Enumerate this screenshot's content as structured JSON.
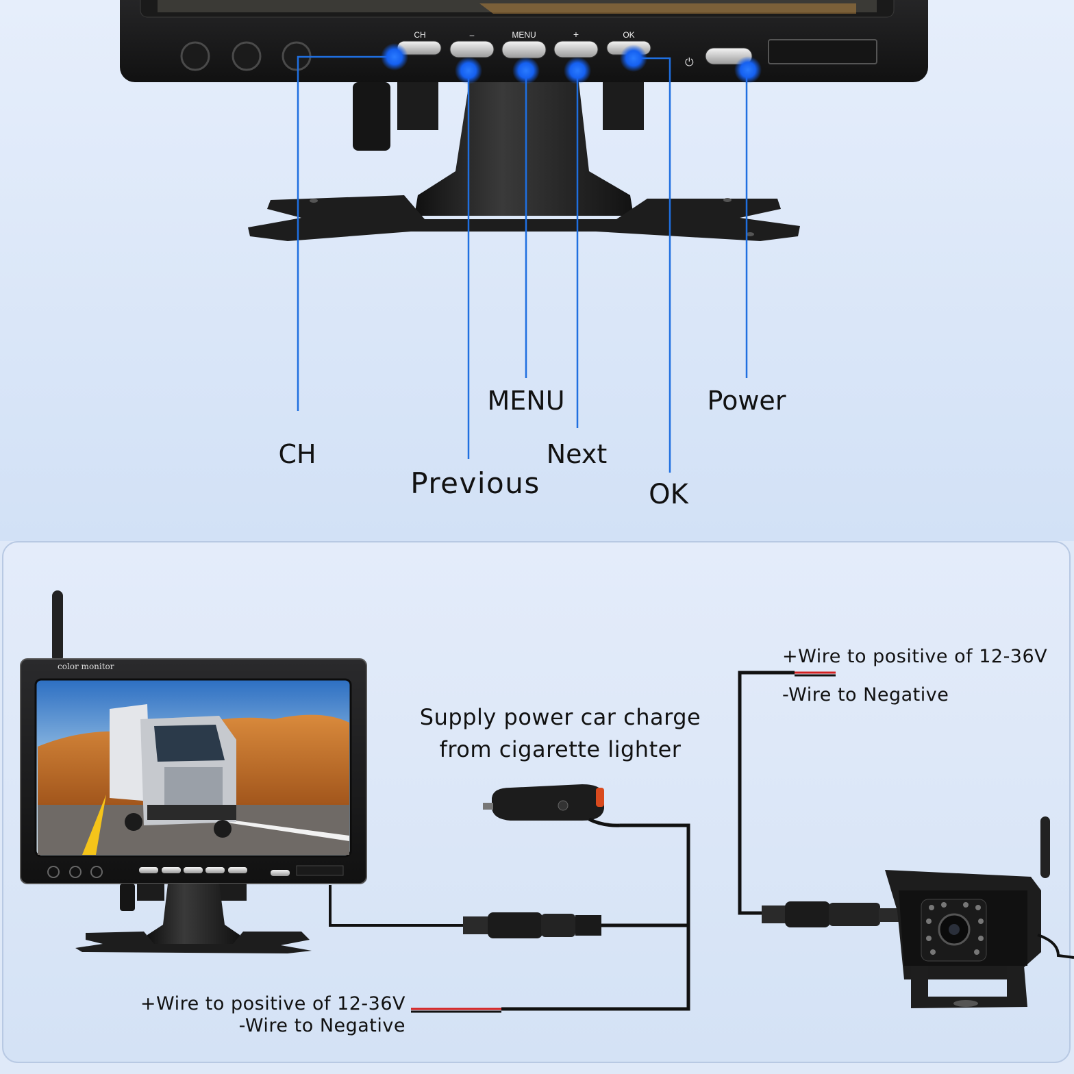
{
  "top_panel": {
    "monitor_button_labels": {
      "ch": "CH",
      "minus": "–",
      "menu": "MENU",
      "plus": "+",
      "ok": "OK"
    },
    "callouts": {
      "ch": "CH",
      "previous": "Previous",
      "menu": "MENU",
      "next": "Next",
      "ok": "OK",
      "power": "Power"
    },
    "callout_color": "#1f6fe0",
    "dot_color": "#1565ff"
  },
  "bottom_panel": {
    "monitor_brand": "color monitor",
    "supply_line1": "Supply power car charge",
    "supply_line2": "from cigarette lighter",
    "camera_positive": "+Wire to positive of 12-36V",
    "camera_negative": "-Wire to Negative",
    "monitor_positive": "+Wire to positive of 12-36V",
    "monitor_negative": "-Wire to Negative",
    "positive_wire_color": "#d42020",
    "negative_wire_color": "#111111"
  }
}
